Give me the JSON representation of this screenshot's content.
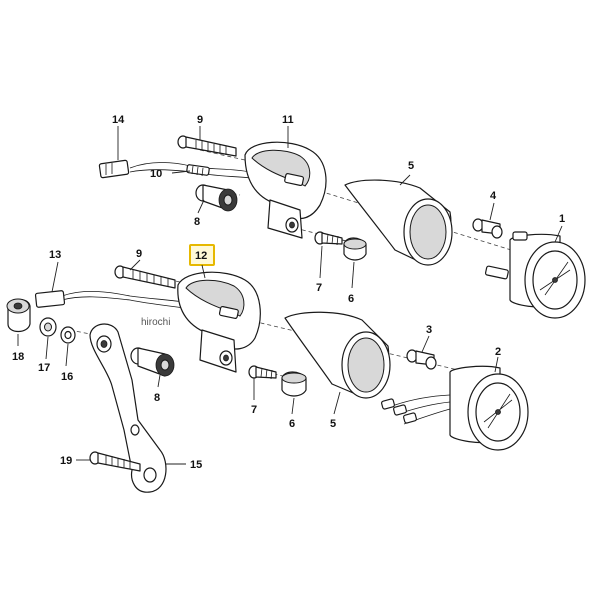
{
  "diagram": {
    "watermark": "hirochi",
    "highlighted_part": "12",
    "highlight_color": "#e6b800",
    "labels": {
      "p1": "1",
      "p2": "2",
      "p3": "3",
      "p4": "4",
      "p5a": "5",
      "p5b": "5",
      "p6a": "6",
      "p6b": "6",
      "p7a": "7",
      "p7b": "7",
      "p8a": "8",
      "p8b": "8",
      "p9a": "9",
      "p9b": "9",
      "p10": "10",
      "p11": "11",
      "p12": "12",
      "p13": "13",
      "p14": "14",
      "p15": "15",
      "p16": "16",
      "p17": "17",
      "p18": "18",
      "p19": "19"
    }
  }
}
